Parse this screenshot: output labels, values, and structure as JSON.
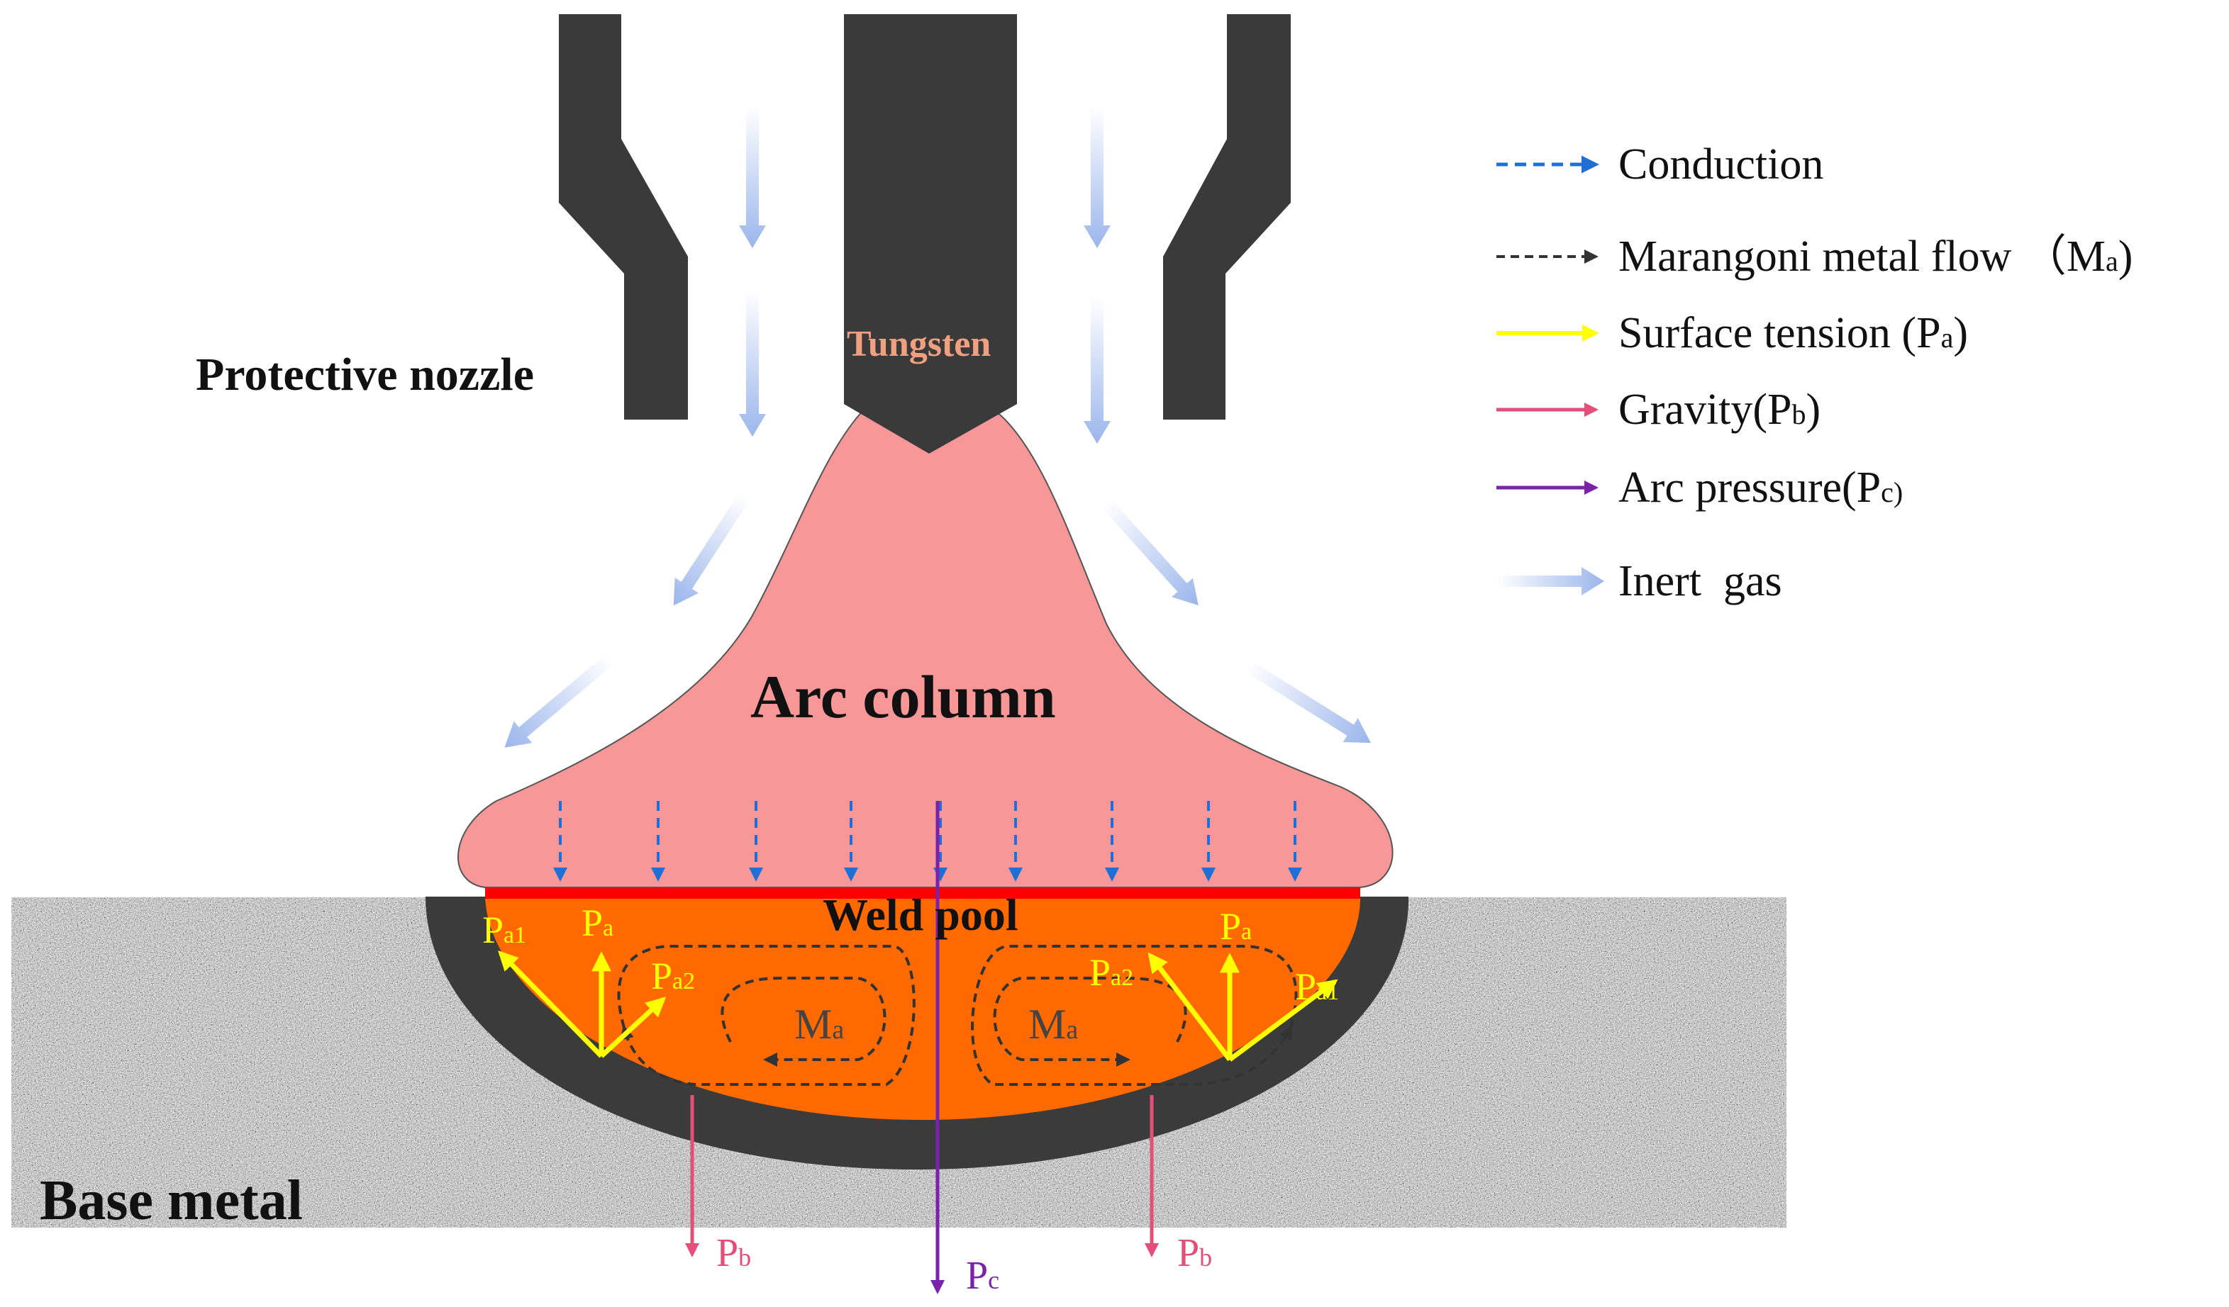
{
  "labels": {
    "protective_nozzle": "Protective nozzle",
    "tungsten": "Tungsten",
    "arc_column": "Arc column",
    "weld_pool": "Weld pool",
    "base_metal": "Base metal"
  },
  "force_labels": {
    "pa": "P",
    "pa_sub": "a",
    "pa1_sub": "a1",
    "pa2_sub": "a2",
    "pb": "P",
    "pb_sub": "b",
    "pc": "P",
    "pc_sub": "c",
    "ma": "M",
    "ma_sub": "a"
  },
  "legend": {
    "conduction": "Conduction",
    "marangoni": "Marangoni metal flow （M",
    "marangoni_sub": "a",
    "marangoni_end": ")",
    "surface_tension": "Surface tension (P",
    "surface_tension_sub": "a",
    "surface_tension_end": ")",
    "gravity": "Gravity(P",
    "gravity_sub": "b",
    "gravity_end": ")",
    "arc_pressure": "Arc pressure(P",
    "arc_pressure_sub": "c)",
    "inert_gas": "Inert  gas"
  },
  "colors": {
    "nozzle": "#3a3a3a",
    "arc": "#f79797",
    "weld_pool": "#ff6a00",
    "haz": "#3b3b3b",
    "conduction": "#1f6fd6",
    "surface_tension": "#ffff00",
    "gravity": "#e34f78",
    "arc_pressure": "#7a22a8",
    "inert_gas": "#a9c1ef",
    "tungsten_text": "#f0a080",
    "red_line": "#ff0000"
  }
}
